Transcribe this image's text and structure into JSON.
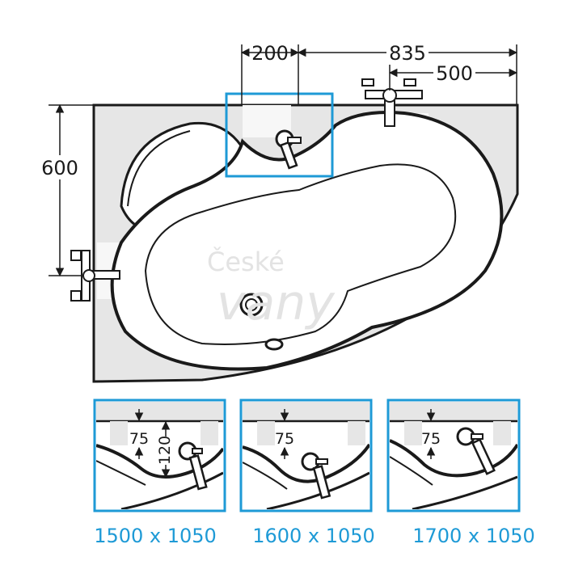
{
  "dimensions": {
    "top_left": "200",
    "top_total": "835",
    "top_right": "500",
    "left_height": "600"
  },
  "watermark": {
    "line1": "České",
    "line2": "vany"
  },
  "details": [
    {
      "label": "1500 x 1050",
      "dim_a": "75",
      "dim_b": "120"
    },
    {
      "label": "1600 x 1050",
      "dim_a": "75"
    },
    {
      "label": "1700 x 1050",
      "dim_a": "75"
    }
  ],
  "colors": {
    "highlight": "#1e9ad6",
    "body": "#e6e6e6",
    "line": "#1a1a1a"
  }
}
